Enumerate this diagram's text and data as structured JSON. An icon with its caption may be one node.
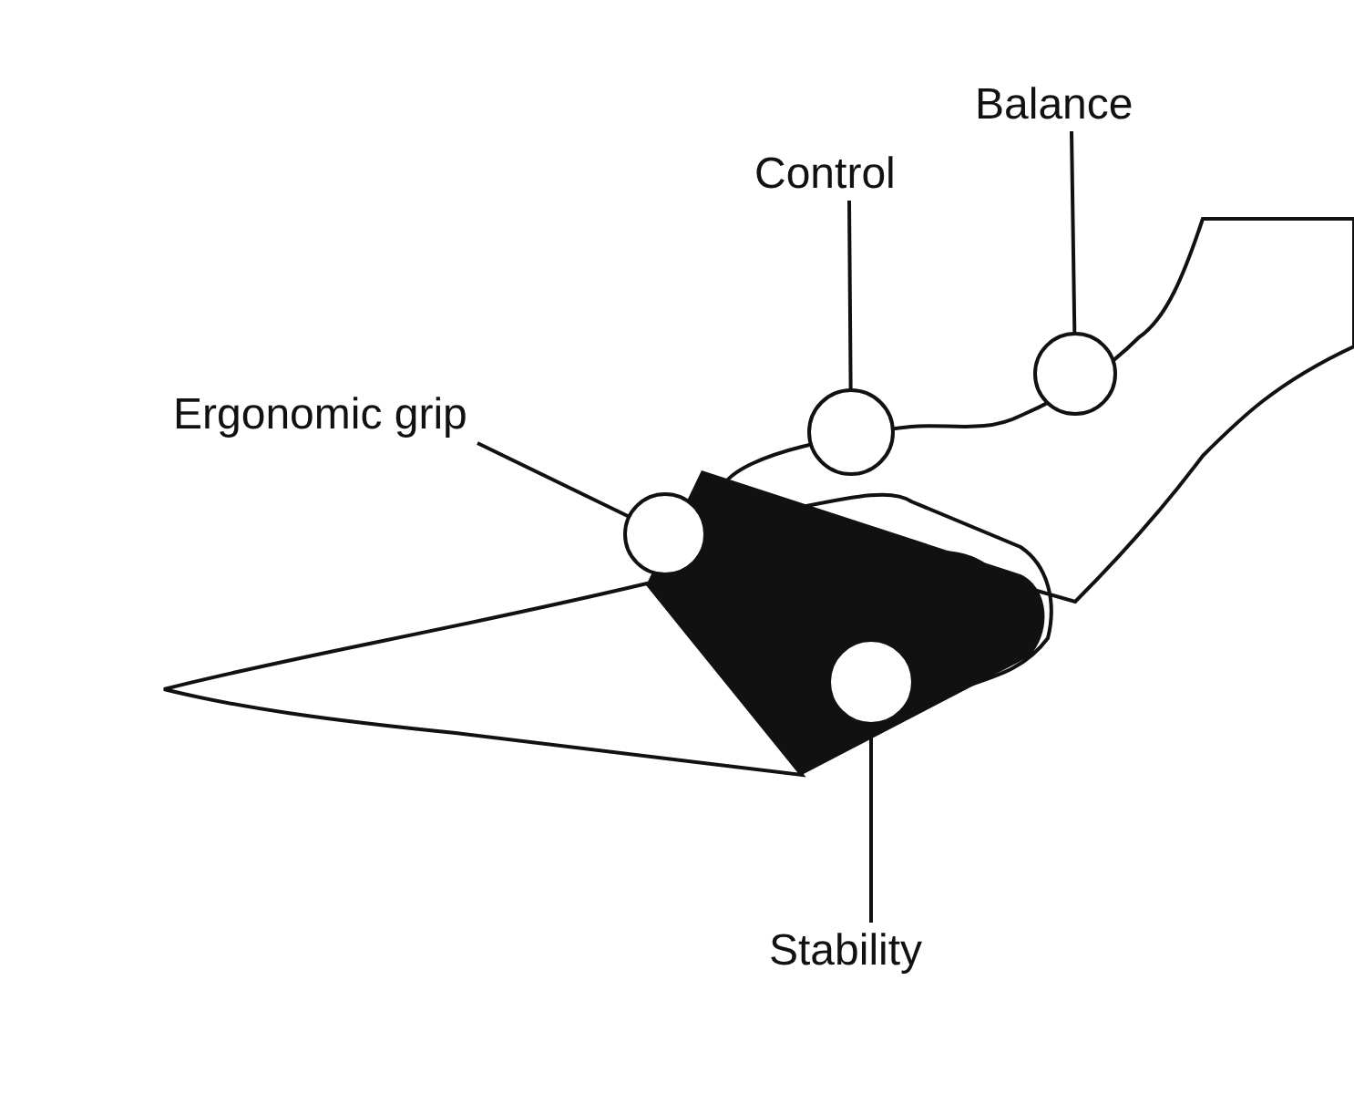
{
  "diagram": {
    "nodes": [
      {
        "text": [
          "Balance"
        ]
      },
      {
        "text": [
          "Control"
        ]
      },
      {
        "text": [],
        "shape": "circle"
      },
      {
        "text": [],
        "shape": "circle"
      },
      {
        "text": [
          "Ergonomic grip"
        ]
      },
      {
        "text": [],
        "shape": "circle"
      },
      {
        "text": [],
        "shape": "circle"
      },
      {
        "text": [
          "Stability"
        ]
      }
    ],
    "edges": [
      {
        "from": 0,
        "to": 2,
        "arrow": "none"
      },
      {
        "from": 1,
        "to": 3,
        "arrow": "none"
      },
      {
        "from": 4,
        "to": 5,
        "arrow": "none"
      },
      {
        "from": 7,
        "to": 6,
        "arrow": "none"
      }
    ]
  }
}
